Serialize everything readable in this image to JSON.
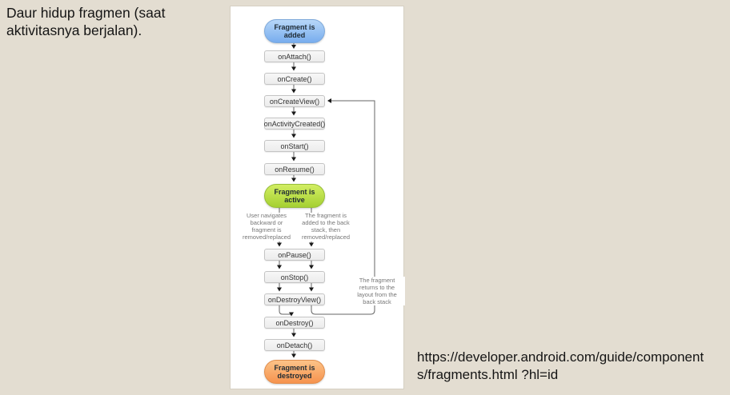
{
  "slide": {
    "title": "Daur hidup fragmen (saat aktivitasnya berjalan).",
    "source": {
      "line1": "https://developer.android.com/guide/component",
      "line2": "s/fragments.html ?hl=id"
    }
  },
  "diagram": {
    "terminals": {
      "added": "Fragment is\nadded",
      "active": "Fragment is\nactive",
      "destroyed": "Fragment is\ndestroyed"
    },
    "boxes": [
      "onAttach()",
      "onCreate()",
      "onCreateView()",
      "onActivityCreated()",
      "onStart()",
      "onResume()",
      "onPause()",
      "onStop()",
      "onDestroyView()",
      "onDestroy()",
      "onDetach()"
    ],
    "annotations": {
      "left_branch": "User navigates\nbackward or\nfragment is\nremoved/replaced",
      "right_branch": "The fragment is\nadded to the back\nstack, then\nremoved/replaced",
      "loop": "The fragment\nreturns to the\nlayout from the\nback stack"
    }
  },
  "colors": {
    "bg": "#e3ddd1",
    "panel": "#ffffff",
    "panel-border": "#d6d0c2",
    "blue-top": "#b7d7f8",
    "blue-bottom": "#78adee",
    "blue-border": "#7ea9da",
    "green-top": "#d2ee63",
    "green-bottom": "#a5d032",
    "green-border": "#97bd3a",
    "orange-top": "#fcc388",
    "orange-bottom": "#f6934e",
    "orange-border": "#e18e4d",
    "box-fill-top": "#f7f7f7",
    "box-fill-bot": "#ececec",
    "box-border": "#c4c4c4",
    "box-text": "#333333",
    "node-text": "#1e2a33",
    "note-text": "#777777",
    "line": "#666666",
    "arrowhead": "#1a1a1a",
    "text-dark": "#151515"
  }
}
